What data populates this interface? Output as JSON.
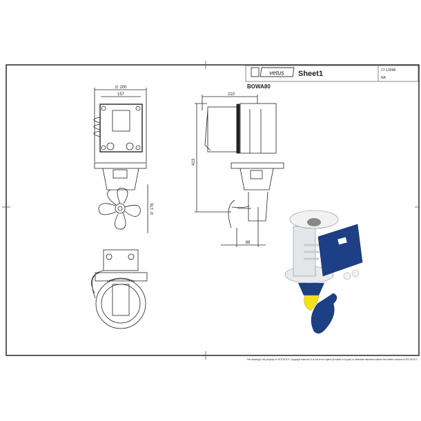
{
  "title_block": {
    "logo_text": "vetus",
    "sheet_name": "Sheet1",
    "drawing_number": "17-13398",
    "revision": "NA",
    "model": "BOWA80"
  },
  "dimensions": {
    "front_outer_diameter": "∅ 200",
    "front_inner_width": "157",
    "propeller_diameter": "∅ 176",
    "side_width": "210",
    "side_height": "413",
    "side_prop_offset": "88"
  },
  "footer": {
    "copyright": "This drawing is the property of VETUS B.V. Copyright reserved. It is not to be copied (in whole or in part) or otherwise disclosed without the written consent of VETUS B.V."
  },
  "colors": {
    "render_blue": "#1d3f86",
    "render_yellow": "#f2e21a",
    "line": "#222222"
  }
}
